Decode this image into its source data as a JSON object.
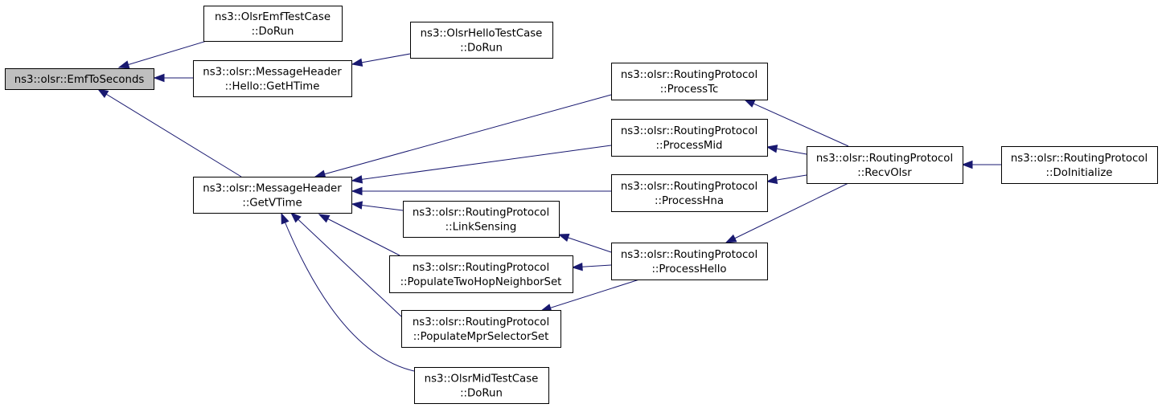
{
  "nodes": [
    {
      "id": "emf_to_seconds",
      "lines": [
        "ns3::olsr::EmfToSeconds"
      ],
      "root": true
    },
    {
      "id": "olsr_emf_testcase_dorun",
      "lines": [
        "ns3::OlsrEmfTestCase",
        "::DoRun"
      ]
    },
    {
      "id": "hello_get_htime",
      "lines": [
        "ns3::olsr::MessageHeader",
        "::Hello::GetHTime"
      ]
    },
    {
      "id": "olsr_hello_testcase_dorun",
      "lines": [
        "ns3::OlsrHelloTestCase",
        "::DoRun"
      ]
    },
    {
      "id": "get_vtime",
      "lines": [
        "ns3::olsr::MessageHeader",
        "::GetVTime"
      ]
    },
    {
      "id": "process_tc",
      "lines": [
        "ns3::olsr::RoutingProtocol",
        "::ProcessTc"
      ]
    },
    {
      "id": "process_mid",
      "lines": [
        "ns3::olsr::RoutingProtocol",
        "::ProcessMid"
      ]
    },
    {
      "id": "process_hna",
      "lines": [
        "ns3::olsr::RoutingProtocol",
        "::ProcessHna"
      ]
    },
    {
      "id": "link_sensing",
      "lines": [
        "ns3::olsr::RoutingProtocol",
        "::LinkSensing"
      ]
    },
    {
      "id": "populate_two_hop",
      "lines": [
        "ns3::olsr::RoutingProtocol",
        "::PopulateTwoHopNeighborSet"
      ]
    },
    {
      "id": "populate_mpr_selector",
      "lines": [
        "ns3::olsr::RoutingProtocol",
        "::PopulateMprSelectorSet"
      ]
    },
    {
      "id": "olsr_mid_testcase_dorun",
      "lines": [
        "ns3::OlsrMidTestCase",
        "::DoRun"
      ]
    },
    {
      "id": "process_hello",
      "lines": [
        "ns3::olsr::RoutingProtocol",
        "::ProcessHello"
      ]
    },
    {
      "id": "recv_olsr",
      "lines": [
        "ns3::olsr::RoutingProtocol",
        "::RecvOlsr"
      ]
    },
    {
      "id": "do_initialize",
      "lines": [
        "ns3::olsr::RoutingProtocol",
        "::DoInitialize"
      ]
    }
  ],
  "edges": [
    {
      "from": "olsr_emf_testcase_dorun",
      "to": "emf_to_seconds"
    },
    {
      "from": "hello_get_htime",
      "to": "emf_to_seconds"
    },
    {
      "from": "get_vtime",
      "to": "emf_to_seconds"
    },
    {
      "from": "olsr_hello_testcase_dorun",
      "to": "hello_get_htime"
    },
    {
      "from": "process_tc",
      "to": "get_vtime"
    },
    {
      "from": "process_mid",
      "to": "get_vtime"
    },
    {
      "from": "process_hna",
      "to": "get_vtime"
    },
    {
      "from": "link_sensing",
      "to": "get_vtime"
    },
    {
      "from": "populate_two_hop",
      "to": "get_vtime"
    },
    {
      "from": "populate_mpr_selector",
      "to": "get_vtime"
    },
    {
      "from": "olsr_mid_testcase_dorun",
      "to": "get_vtime"
    },
    {
      "from": "recv_olsr",
      "to": "process_tc"
    },
    {
      "from": "recv_olsr",
      "to": "process_mid"
    },
    {
      "from": "recv_olsr",
      "to": "process_hna"
    },
    {
      "from": "recv_olsr",
      "to": "process_hello"
    },
    {
      "from": "process_hello",
      "to": "link_sensing"
    },
    {
      "from": "process_hello",
      "to": "populate_two_hop"
    },
    {
      "from": "process_hello",
      "to": "populate_mpr_selector"
    },
    {
      "from": "do_initialize",
      "to": "recv_olsr"
    }
  ]
}
